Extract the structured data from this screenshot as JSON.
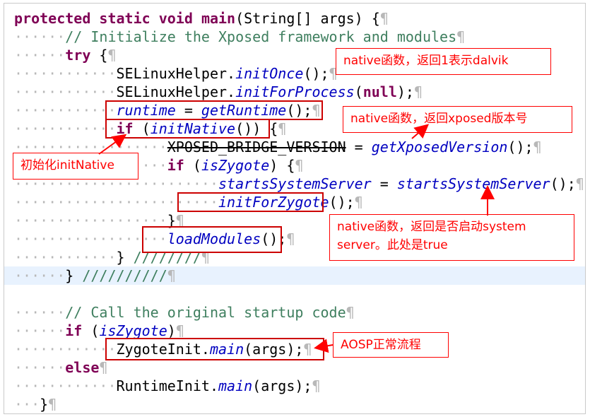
{
  "code_lines": [
    {
      "ws": "",
      "parts": [
        {
          "t": "protected",
          "c": "kw"
        },
        {
          "t": " ",
          "c": "ws"
        },
        {
          "t": "static",
          "c": "kw"
        },
        {
          "t": " ",
          "c": "ws"
        },
        {
          "t": "void",
          "c": "kw"
        },
        {
          "t": " ",
          "c": "ws"
        },
        {
          "t": "main",
          "c": "kw"
        },
        {
          "t": "(String[] args) {",
          "c": ""
        },
        {
          "t": "¶",
          "c": "pil"
        }
      ]
    },
    {
      "ws": "······",
      "parts": [
        {
          "t": "// Initialize the Xposed framework and modules",
          "c": "cm"
        },
        {
          "t": "¶",
          "c": "pil"
        }
      ]
    },
    {
      "ws": "······",
      "parts": [
        {
          "t": "try",
          "c": "kw"
        },
        {
          "t": " {",
          "c": ""
        },
        {
          "t": "¶",
          "c": "pil"
        }
      ]
    },
    {
      "ws": "············",
      "parts": [
        {
          "t": "SELinuxHelper.",
          "c": ""
        },
        {
          "t": "initOnce",
          "c": "it"
        },
        {
          "t": "();",
          "c": ""
        },
        {
          "t": "¶",
          "c": "pil"
        }
      ]
    },
    {
      "ws": "············",
      "parts": [
        {
          "t": "SELinuxHelper.",
          "c": ""
        },
        {
          "t": "initForProcess",
          "c": "it"
        },
        {
          "t": "(",
          "c": ""
        },
        {
          "t": "null",
          "c": "kw"
        },
        {
          "t": ");",
          "c": ""
        },
        {
          "t": "¶",
          "c": "pil"
        }
      ]
    },
    {
      "ws": "············",
      "parts": [
        {
          "t": "runtime",
          "c": "it"
        },
        {
          "t": " = ",
          "c": ""
        },
        {
          "t": "getRuntime",
          "c": "it"
        },
        {
          "t": "();",
          "c": ""
        },
        {
          "t": "¶",
          "c": "pil"
        }
      ]
    },
    {
      "ws": "············",
      "parts": [
        {
          "t": "if",
          "c": "kw"
        },
        {
          "t": " (",
          "c": ""
        },
        {
          "t": "initNative",
          "c": "it"
        },
        {
          "t": "()) {",
          "c": ""
        },
        {
          "t": "¶",
          "c": "pil"
        }
      ]
    },
    {
      "ws": "··················",
      "parts": [
        {
          "t": "XPOSED_BRIDGE_VERSION",
          "c": "strike"
        },
        {
          "t": " = ",
          "c": ""
        },
        {
          "t": "getXposedVersion",
          "c": "it"
        },
        {
          "t": "();",
          "c": ""
        },
        {
          "t": "¶",
          "c": "pil"
        }
      ]
    },
    {
      "ws": "··················",
      "parts": [
        {
          "t": "if",
          "c": "kw"
        },
        {
          "t": " (",
          "c": ""
        },
        {
          "t": "isZygote",
          "c": "it"
        },
        {
          "t": ") {",
          "c": ""
        },
        {
          "t": "¶",
          "c": "pil"
        }
      ]
    },
    {
      "ws": "························",
      "parts": [
        {
          "t": "startsSystemServer",
          "c": "it"
        },
        {
          "t": " = ",
          "c": ""
        },
        {
          "t": "startsSystemServer",
          "c": "it"
        },
        {
          "t": "();",
          "c": ""
        },
        {
          "t": "¶",
          "c": "pil"
        }
      ]
    },
    {
      "ws": "························",
      "parts": [
        {
          "t": "initForZygote",
          "c": "it"
        },
        {
          "t": "();",
          "c": ""
        },
        {
          "t": "¶",
          "c": "pil"
        }
      ]
    },
    {
      "ws": "··················",
      "parts": [
        {
          "t": "}",
          "c": ""
        },
        {
          "t": "¶",
          "c": "pil"
        }
      ]
    },
    {
      "ws": "··················",
      "parts": [
        {
          "t": "loadModules",
          "c": "it"
        },
        {
          "t": "();",
          "c": ""
        },
        {
          "t": "¶",
          "c": "pil"
        }
      ]
    },
    {
      "ws": "············",
      "parts": [
        {
          "t": "} ",
          "c": ""
        },
        {
          "t": "////////",
          "c": "cm"
        },
        {
          "t": "¶",
          "c": "pil"
        }
      ]
    },
    {
      "ws": "······",
      "parts": [
        {
          "t": "} ",
          "c": ""
        },
        {
          "t": "//////////",
          "c": "cm"
        },
        {
          "t": "¶",
          "c": "pil"
        }
      ]
    },
    {
      "ws": "",
      "parts": []
    },
    {
      "ws": "······",
      "parts": [
        {
          "t": "// Call the original startup code",
          "c": "cm"
        },
        {
          "t": "¶",
          "c": "pil"
        }
      ]
    },
    {
      "ws": "······",
      "parts": [
        {
          "t": "if",
          "c": "kw"
        },
        {
          "t": " (",
          "c": ""
        },
        {
          "t": "isZygote",
          "c": "it"
        },
        {
          "t": ")",
          "c": ""
        },
        {
          "t": "¶",
          "c": "pil"
        }
      ]
    },
    {
      "ws": "············",
      "parts": [
        {
          "t": "ZygoteInit.",
          "c": ""
        },
        {
          "t": "main",
          "c": "it"
        },
        {
          "t": "(args);",
          "c": ""
        },
        {
          "t": "¶",
          "c": "pil"
        }
      ]
    },
    {
      "ws": "······",
      "parts": [
        {
          "t": "else",
          "c": "kw"
        },
        {
          "t": "¶",
          "c": "pil"
        }
      ]
    },
    {
      "ws": "············",
      "parts": [
        {
          "t": "RuntimeInit.",
          "c": ""
        },
        {
          "t": "main",
          "c": "it"
        },
        {
          "t": "(args);",
          "c": ""
        },
        {
          "t": "¶",
          "c": "pil"
        }
      ]
    },
    {
      "ws": "···",
      "parts": [
        {
          "t": "}",
          "c": ""
        },
        {
          "t": "¶",
          "c": "pil"
        }
      ]
    }
  ],
  "current_line": 14,
  "annotations": {
    "init_native": "初始化initNative",
    "native_dalvik": "native函数，返回1表示dalvik",
    "native_xposed_version": "native函数，返回xposed版本号",
    "native_system_server": "native函数，返回是否启动system server。此处是true",
    "aosp_flow": "AOSP正常流程"
  },
  "colors": {
    "keyword": "#7f0055",
    "comment": "#3f7f5f",
    "field": "#0000c0",
    "annotation_red": "#ff0000",
    "highlight_box": "#cc0000",
    "current_line": "#e8f2fe"
  }
}
